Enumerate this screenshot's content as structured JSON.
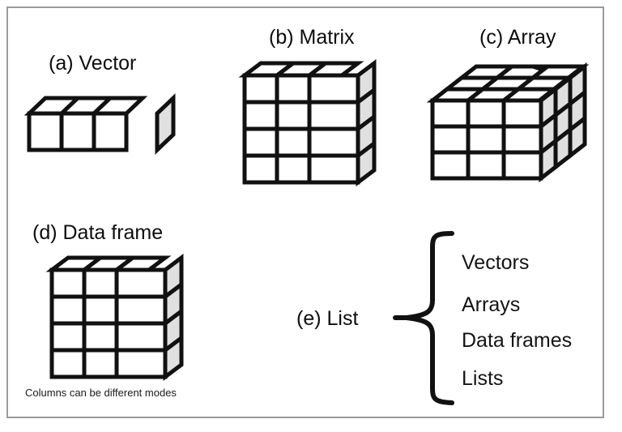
{
  "figure": {
    "title_a": "(a) Vector",
    "title_b": "(b) Matrix",
    "title_c": "(c) Array",
    "title_d": "(d) Data frame",
    "title_e": "(e) List",
    "caption_d": "Columns can be different modes",
    "border_color": "#9a9a9a",
    "stroke_color": "#111111",
    "face_color": "#ffffff",
    "side_color": "#e0e0e0",
    "background": "#ffffff"
  },
  "structures": {
    "vector": {
      "name": "Vector",
      "rows": 1,
      "cols": 3,
      "layers": 1
    },
    "matrix": {
      "name": "Matrix",
      "rows": 4,
      "cols": 3,
      "layers": 1
    },
    "array": {
      "name": "Array",
      "rows": 3,
      "cols": 3,
      "layers": 3
    },
    "dataframe": {
      "name": "Data frame",
      "rows": 4,
      "cols": 3,
      "layers": 1
    }
  },
  "list": {
    "label": "(e) List",
    "items": [
      {
        "text": "Vectors"
      },
      {
        "text": "Arrays"
      },
      {
        "text": "Data frames"
      },
      {
        "text": "Lists"
      }
    ]
  }
}
